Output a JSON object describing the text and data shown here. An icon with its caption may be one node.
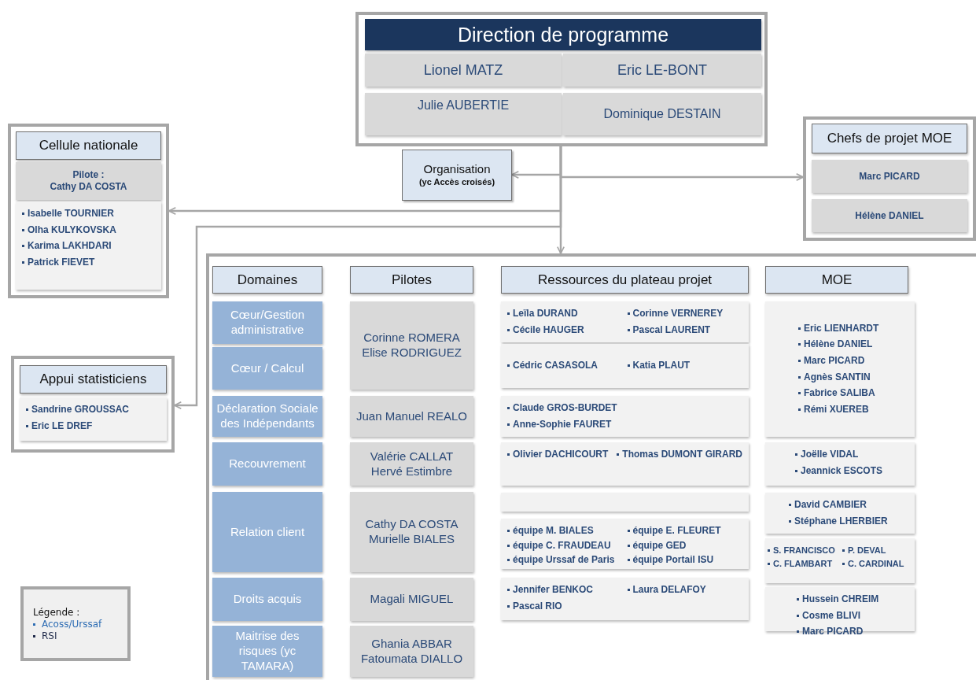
{
  "diagram": {
    "nodes": [
      {
        "text": [
          "Direction de programme"
        ]
      },
      {
        "text": [
          "Lionel MATZ"
        ],
        "in": 0
      },
      {
        "text": [
          "Eric LE-BONT"
        ],
        "in": 0
      },
      {
        "text": [
          "Julie AUBERTIE"
        ],
        "in": 0
      },
      {
        "text": [
          "Dominique DESTAIN"
        ],
        "in": 0
      },
      {
        "text": [
          "Organisation",
          "(yc Accès croisés)"
        ]
      },
      {
        "text": [
          "Cellule nationale"
        ]
      },
      {
        "text": [
          "Pilote :",
          "Cathy DA COSTA"
        ],
        "in": 6
      },
      {
        "text": [
          "Isabelle TOURNIER",
          "Olha KULYKOVSKA",
          "Karima LAKHDARI",
          "Patrick FIEVET"
        ],
        "in": 6
      },
      {
        "text": [
          "Chefs de projet MOE"
        ]
      },
      {
        "text": [
          "Marc PICARD"
        ],
        "in": 9
      },
      {
        "text": [
          "Hélène DANIEL"
        ],
        "in": 9
      },
      {
        "text": [
          "Appui statisticiens"
        ]
      },
      {
        "text": [
          "Sandrine GROUSSAC",
          "Eric LE DREF"
        ],
        "in": 12
      },
      {
        "text": [],
        "shape": "box"
      },
      {
        "text": [
          "Domaines"
        ],
        "in": 14
      },
      {
        "text": [
          "Pilotes"
        ],
        "in": 14
      },
      {
        "text": [
          "Ressources du plateau projet"
        ],
        "in": 14
      },
      {
        "text": [
          "MOE"
        ],
        "in": 14
      },
      {
        "text": [
          "Cœur/Gestion administrative"
        ],
        "in": 14
      },
      {
        "text": [
          "Cœur / Calcul"
        ],
        "in": 14
      },
      {
        "text": [
          "Déclaration Sociale des Indépendants"
        ],
        "in": 14
      },
      {
        "text": [
          "Recouvrement"
        ],
        "in": 14
      },
      {
        "text": [
          "Relation client"
        ],
        "in": 14
      },
      {
        "text": [
          "Droits acquis"
        ],
        "in": 14
      },
      {
        "text": [
          "Maitrise des risques (yc TAMARA)"
        ],
        "in": 14
      },
      {
        "text": [
          "Corinne ROMERA",
          "Elise RODRIGUEZ"
        ],
        "in": 14
      },
      {
        "text": [
          "Juan Manuel REALO"
        ],
        "in": 14
      },
      {
        "text": [
          "Valérie CALLAT",
          "Hervé Estimbre"
        ],
        "in": 14
      },
      {
        "text": [
          "Cathy DA COSTA",
          "Murielle BIALES"
        ],
        "in": 14
      },
      {
        "text": [
          "Magali MIGUEL"
        ],
        "in": 14
      },
      {
        "text": [
          "Ghania ABBAR",
          "Fatoumata DIALLO"
        ],
        "in": 14
      },
      {
        "text": [
          "Leïla DURAND",
          "Corinne VERNEREY",
          "Cécile HAUGER",
          "Pascal LAURENT"
        ],
        "in": 14
      },
      {
        "text": [
          "Cédric CASASOLA",
          "Katia PLAUT"
        ],
        "in": 14
      },
      {
        "text": [
          "Claude GROS-BURDET",
          "Anne-Sophie FAURET"
        ],
        "in": 14
      },
      {
        "text": [
          "Olivier DACHICOURT",
          "Thomas DUMONT GIRARD"
        ],
        "in": 14
      },
      {
        "text": [],
        "shape": "box",
        "in": 14
      },
      {
        "text": [
          "équipe M. BIALES",
          "équipe E. FLEURET",
          "équipe C. FRAUDEAU",
          "équipe GED",
          "équipe Urssaf de Paris",
          "équipe Portail ISU"
        ],
        "in": 14
      },
      {
        "text": [
          "Jennifer BENKOC",
          "Laura DELAFOY",
          "Pascal RIO"
        ],
        "in": 14
      },
      {
        "text": [
          "Eric LIENHARDT",
          "Hélène DANIEL",
          "Marc PICARD",
          "Agnès SANTIN",
          "Fabrice SALIBA",
          "Rémi XUEREB"
        ],
        "in": 14
      },
      {
        "text": [
          "Joëlle VIDAL",
          "Jeannick ESCOTS"
        ],
        "in": 14
      },
      {
        "text": [
          "David CAMBIER",
          "Stéphane LHERBIER"
        ],
        "in": 14
      },
      {
        "text": [
          "S. FRANCISCO",
          "P. DEVAL",
          "C. FLAMBART",
          "C. CARDINAL"
        ],
        "in": 14
      },
      {
        "text": [
          "Hussein CHREIM",
          "Cosme BLIVI",
          "Marc PICARD"
        ],
        "in": 14
      }
    ],
    "edges": [
      {
        "from": 0,
        "to": 5,
        "arrow": "to"
      },
      {
        "from": 0,
        "to": 9,
        "arrow": "to"
      },
      {
        "from": 0,
        "to": 6,
        "arrow": "to"
      },
      {
        "from": 0,
        "to": 12,
        "arrow": "to"
      },
      {
        "from": 0,
        "to": 14,
        "arrow": "to"
      }
    ],
    "labels": [
      "Légende :"
    ],
    "legend": [
      {
        "text": "Acoss/Urssaf",
        "color": "#2e6db4"
      },
      {
        "text": "RSI",
        "color": "#1f2a4a"
      }
    ]
  }
}
